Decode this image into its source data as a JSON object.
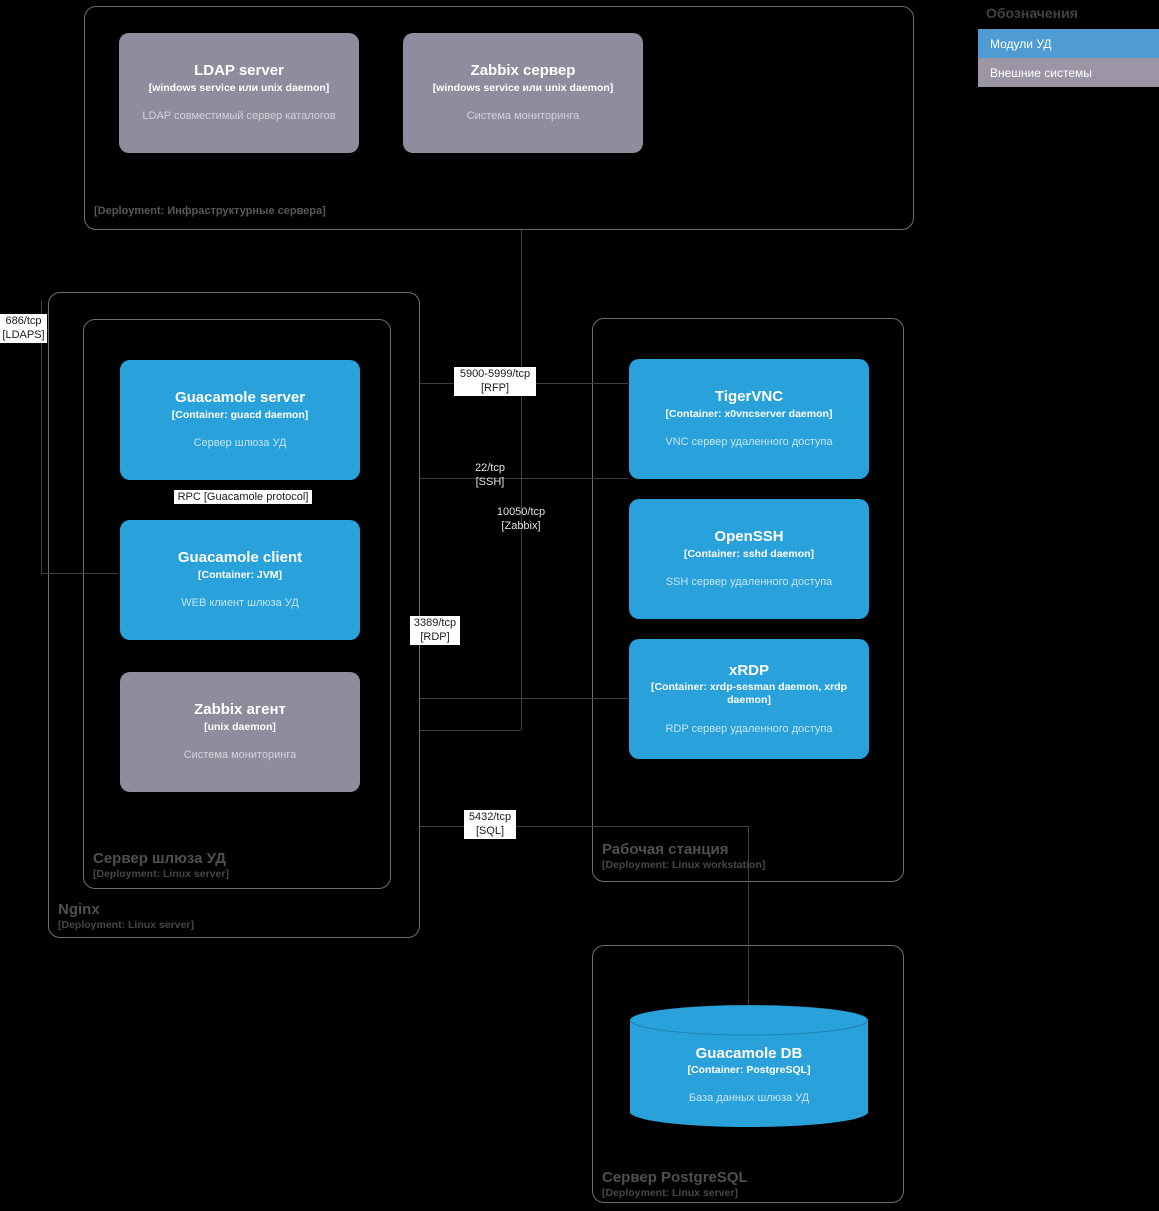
{
  "colors": {
    "background": "#000000",
    "module_blue": "#29a1db",
    "external_gray": "#918b9e",
    "legend_blue": "#4e9cd3",
    "legend_gray": "#9c95a6",
    "frame_border": "#6e6e6e",
    "connector": "#3f3f3f"
  },
  "legend": {
    "title": "Обозначения",
    "items": [
      {
        "label": "Модули УД",
        "color": "#4e9cd3"
      },
      {
        "label": "Внешние системы",
        "color": "#9c95a6"
      }
    ]
  },
  "infra": {
    "deployment_label": "[Deployment: Инфраструктурные сервера]",
    "nodes": [
      {
        "title": "LDAP server",
        "tech": "[windows service или unix daemon]",
        "desc": "LDAP совместимый сервер каталогов"
      },
      {
        "title": "Zabbix сервер",
        "tech": "[windows service или unix daemon]",
        "desc": "Система мониторинга"
      }
    ]
  },
  "nginx": {
    "name": "Nginx",
    "deployment": "[Deployment: Linux server]",
    "gateway": {
      "name": "Сервер шлюза УД",
      "deployment": "[Deployment: Linux server]",
      "modules": [
        {
          "title": "Guacamole server",
          "tech": "[Container: guacd daemon]",
          "desc": "Сервер шлюза УД"
        },
        {
          "title": "Guacamole client",
          "tech": "[Container: JVM]",
          "desc": "WEB клиент шлюза УД"
        },
        {
          "title": "Zabbix агент",
          "tech": "[unix daemon]",
          "desc": "Система мониторинга"
        }
      ]
    }
  },
  "workstation": {
    "name": "Рабочая станция",
    "deployment": "[Deployment: Linux workstation]",
    "modules": [
      {
        "title": "TigerVNC",
        "tech": "[Container: x0vncserver daemon]",
        "desc": "VNC сервер удаленного доступа"
      },
      {
        "title": "OpenSSH",
        "tech": "[Container: sshd daemon]",
        "desc": "SSH сервер удаленного доступа"
      },
      {
        "title": "xRDP",
        "tech": "[Container: xrdp-sesman daemon, xrdp daemon]",
        "desc": "RDP сервер удаленного доступа"
      }
    ]
  },
  "postgres": {
    "name": "Сервер PostgreSQL",
    "deployment": "[Deployment: Linux server]",
    "db": {
      "title": "Guacamole DB",
      "tech": "[Container: PostgreSQL]",
      "desc": "База данных шлюза УД"
    }
  },
  "labels": {
    "ldaps": {
      "line1": "686/tcp",
      "line2": "[LDAPS]"
    },
    "rfp": {
      "line1": "5900-5999/tcp",
      "line2": "[RFP]"
    },
    "ssh": {
      "line1": "22/tcp",
      "line2": "[SSH]"
    },
    "zabbix": {
      "line1": "10050/tcp",
      "line2": "[Zabbix]"
    },
    "rdp": {
      "line1": "3389/tcp",
      "line2": "[RDP]"
    },
    "sql": {
      "line1": "5432/tcp",
      "line2": "[SQL]"
    },
    "rpc": {
      "line1": "RPC [Guacamole protocol]"
    }
  }
}
